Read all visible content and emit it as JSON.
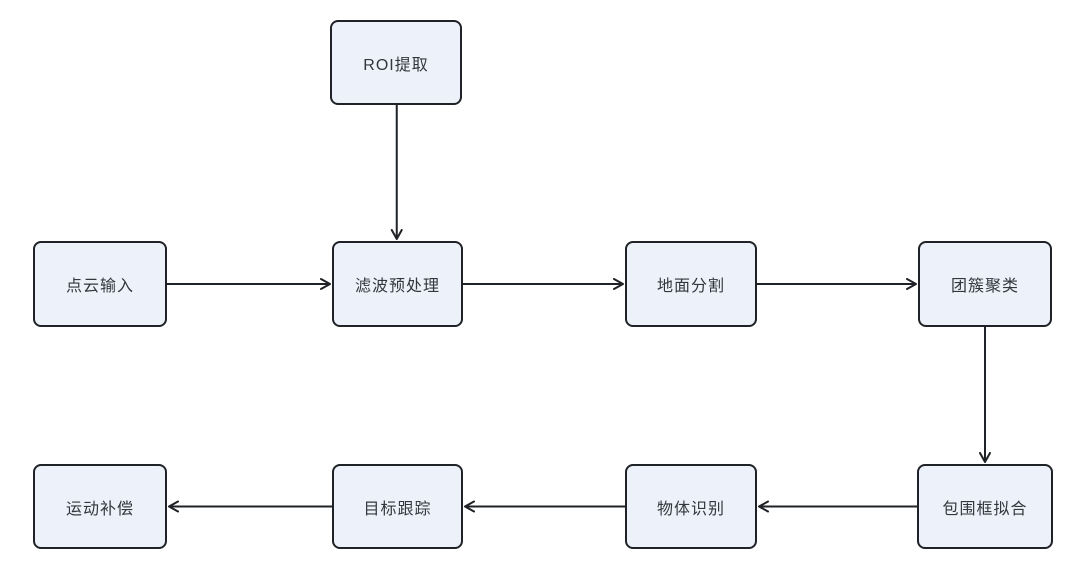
{
  "diagram": {
    "type": "flowchart",
    "background_color": "#ffffff",
    "node_fill_color": "#edf1f9",
    "node_border_color": "#1f2226",
    "arrow_color": "#1f2226",
    "nodes": [
      {
        "id": "roi",
        "label": "ROI提取"
      },
      {
        "id": "pointcloud",
        "label": "点云输入"
      },
      {
        "id": "filter",
        "label": "滤波预处理"
      },
      {
        "id": "ground",
        "label": "地面分割"
      },
      {
        "id": "cluster",
        "label": "团簇聚类"
      },
      {
        "id": "motion",
        "label": "运动补偿"
      },
      {
        "id": "track",
        "label": "目标跟踪"
      },
      {
        "id": "object",
        "label": "物体识别"
      },
      {
        "id": "bbox",
        "label": "包围框拟合"
      }
    ],
    "edges": [
      {
        "from": "roi",
        "to": "filter"
      },
      {
        "from": "pointcloud",
        "to": "filter"
      },
      {
        "from": "filter",
        "to": "ground"
      },
      {
        "from": "ground",
        "to": "cluster"
      },
      {
        "from": "cluster",
        "to": "bbox"
      },
      {
        "from": "bbox",
        "to": "object"
      },
      {
        "from": "object",
        "to": "track"
      },
      {
        "from": "track",
        "to": "motion"
      }
    ]
  }
}
